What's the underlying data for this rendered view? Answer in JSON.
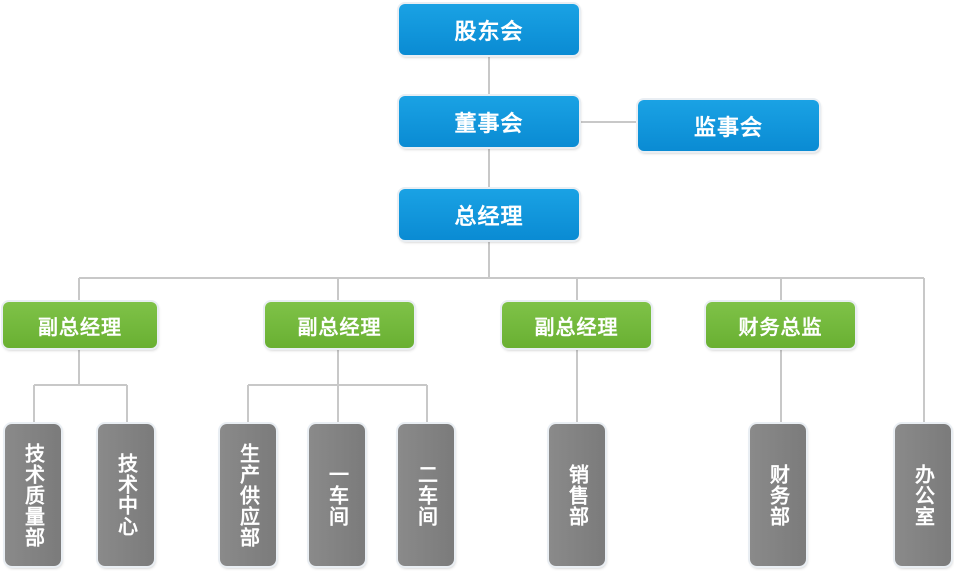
{
  "colors": {
    "top_level": "#0a8bd3",
    "manager_level": "#69b032",
    "department_level": "#7b7b7b",
    "connector": "#c8c8c8"
  },
  "nodes": {
    "shareholders_meeting": "股东会",
    "board_of_directors": "董事会",
    "supervisory_board": "监事会",
    "general_manager": "总经理",
    "deputy_gm_1": "副总经理",
    "deputy_gm_2": "副总经理",
    "deputy_gm_3": "副总经理",
    "finance_director": "财务总监",
    "tech_quality_dept": "技术质量部",
    "tech_center": "技术中心",
    "production_supply_dept": "生产供应部",
    "workshop_1": "一车间",
    "workshop_2": "二车间",
    "sales_dept": "销售部",
    "finance_dept": "财务部",
    "office": "办公室"
  }
}
